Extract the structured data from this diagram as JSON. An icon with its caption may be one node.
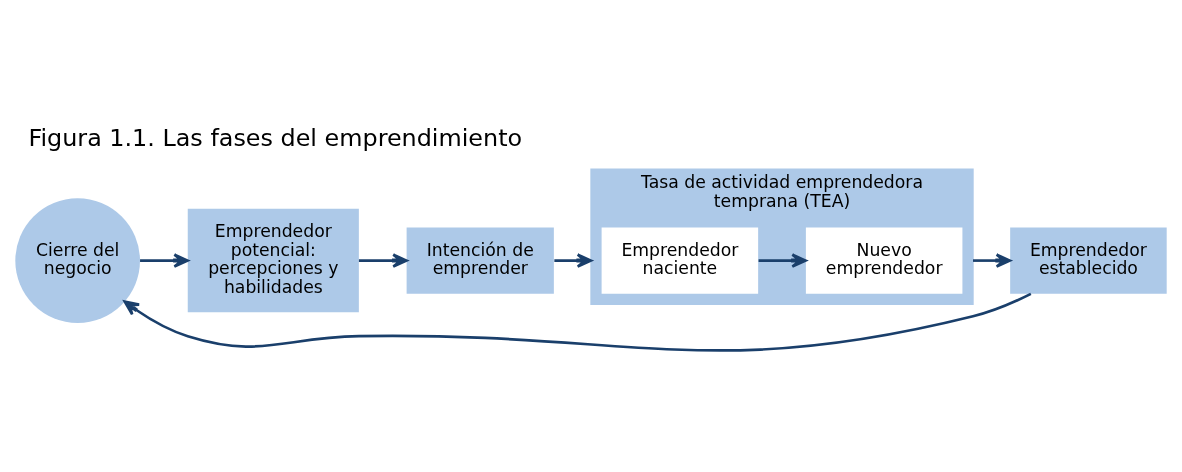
{
  "diagram": {
    "title": "Figura 1.1. Las fases del emprendimiento",
    "nodes": [
      {
        "text": [
          "Cierre del negocio"
        ]
      },
      {
        "text": [
          "Emprendedor potencial: percepciones y habilidades"
        ]
      },
      {
        "text": [
          "Intención de emprender"
        ]
      },
      {
        "text": [
          "Tasa de actividad emprendedora temprana (TEA)"
        ]
      },
      {
        "text": [
          "Emprendedor naciente"
        ],
        "in": 3
      },
      {
        "text": [
          "Nuevo emprendedor"
        ],
        "in": 3
      },
      {
        "text": [
          "Emprendedor establecido"
        ]
      }
    ],
    "edges": [
      {
        "from": 0,
        "to": 1,
        "arrow": "to"
      },
      {
        "from": 1,
        "to": 2,
        "arrow": "to"
      },
      {
        "from": 2,
        "to": 3,
        "arrow": "to"
      },
      {
        "from": 4,
        "to": 5,
        "arrow": "to"
      },
      {
        "from": 3,
        "to": 6,
        "arrow": "to"
      },
      {
        "from": 6,
        "to": 0,
        "arrow": "to"
      }
    ]
  }
}
